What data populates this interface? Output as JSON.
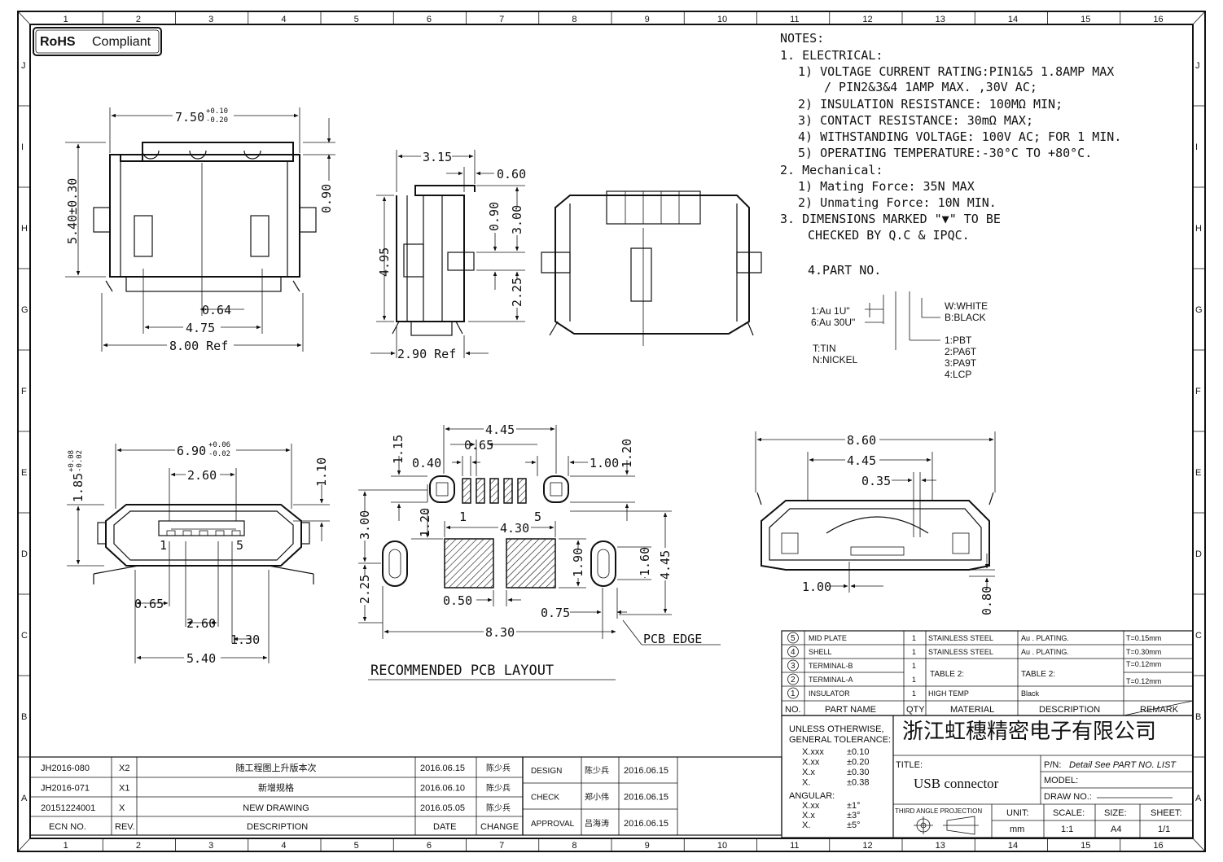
{
  "rohs": {
    "bold": "RoHS",
    "text": "Compliant"
  },
  "border": {
    "cols": [
      "1",
      "2",
      "3",
      "4",
      "5",
      "6",
      "7",
      "8",
      "9",
      "10",
      "11",
      "12",
      "13",
      "14",
      "15",
      "16"
    ],
    "rows": [
      "J",
      "I",
      "H",
      "G",
      "F",
      "E",
      "D",
      "C",
      "B",
      "A"
    ]
  },
  "notes": {
    "lines": [
      "NOTES:",
      "1. ELECTRICAL:",
      "1) VOLTAGE CURRENT RATING:PIN1&5 1.8AMP MAX",
      "/ PIN2&3&4 1AMP MAX. ,30V AC;",
      "2) INSULATION RESISTANCE: 100MΩ MIN;",
      "3) CONTACT RESISTANCE: 30mΩ MAX;",
      "4) WITHSTANDING VOLTAGE: 100V AC; FOR 1 MIN.",
      "5) OPERATING TEMPERATURE:-30°C TO +80°C.",
      "2. Mechanical:",
      "1) Mating Force:  35N MAX",
      "2) Unmating Force:  10N MIN.",
      "3. DIMENSIONS MARKED \"▼\" TO BE",
      "CHECKED BY Q.C & IPQC."
    ],
    "part_no": "4.PART NO.",
    "plating_opts": [
      "1:Au 1U\"",
      "6:Au 30U\""
    ],
    "finish_opts": [
      "T:TIN",
      "N:NICKEL"
    ],
    "color_opts": [
      "W:WHITE",
      "B:BLACK"
    ],
    "material_opts": [
      "1:PBT",
      "2:PA6T",
      "3:PA9T",
      "4:LCP"
    ]
  },
  "dims": {
    "top_width": "7.50",
    "top_tol_up": "+0.10",
    "top_tol_dn": "-0.20",
    "top_height": "5.40±0.30",
    "top_090": "0.90",
    "top_064": "0.64",
    "top_475": "4.75",
    "top_800": "8.00 Ref",
    "side_315": "3.15",
    "side_060": "0.60",
    "side_495": "4.95",
    "side_090": "0.90",
    "side_300": "3.00",
    "side_225": "2.25",
    "side_290": "2.90 Ref",
    "front_690": "6.90",
    "front_tol_up": "+0.06",
    "front_tol_dn": "-0.02",
    "front_185": "1.85",
    "front185_up": "+0.08",
    "front185_dn": "-0.02",
    "front_260a": "2.60",
    "front_110": "1.10",
    "front_065": "0.65",
    "front_260b": "2.60",
    "front_130": "1.30",
    "front_540": "5.40",
    "pin1": "1",
    "pin5": "5",
    "pcb_445": "4.45",
    "pcb_065": "0.65",
    "pcb_040": "0.40",
    "pcb_100": "1.00",
    "pcb_115": "1.15",
    "pcb_120a": "1.20",
    "pcb_120b": "1.20",
    "pcb_430": "4.30",
    "pcb_300": "3.00",
    "pcb_225": "2.25",
    "pcb_190": "1.90",
    "pcb_160": "1.60",
    "pcb_445v": "4.45",
    "pcb_050": "0.50",
    "pcb_075": "0.75",
    "pcb_830": "8.30",
    "pcb_edge": "PCB EDGE",
    "pcb_title": "RECOMMENDED PCB LAYOUT",
    "bot_860": "8.60",
    "bot_445": "4.45",
    "bot_035": "0.35",
    "bot_100": "1.00",
    "bot_080": "0.80"
  },
  "bom": {
    "header": [
      "NO.",
      "PART NAME",
      "QTY",
      "MATERIAL",
      "DESCRIPTION",
      "REMARK"
    ],
    "rows": [
      {
        "no": "5",
        "name": "MID PLATE",
        "qty": "1",
        "mat": "STAINLESS STEEL",
        "desc": "Au . PLATING.",
        "rem": "T=0.15mm"
      },
      {
        "no": "4",
        "name": "SHELL",
        "qty": "1",
        "mat": "STAINLESS STEEL",
        "desc": "Au . PLATING.",
        "rem": "T=0.30mm"
      },
      {
        "no": "3",
        "name": "TERMINAL-B",
        "qty": "1",
        "mat": "",
        "desc": "",
        "rem": "T=0.12mm"
      },
      {
        "no": "2",
        "name": "TERMINAL-A",
        "qty": "1",
        "mat": "",
        "desc": "",
        "rem": "T=0.12mm"
      },
      {
        "no": "1",
        "name": "INSULATOR",
        "qty": "1",
        "mat": "HIGH TEMP",
        "desc": "Black",
        "rem": ""
      }
    ],
    "mat_merged": "TABLE 2:",
    "desc_merged": "TABLE 2:"
  },
  "title_block": {
    "tol_title1": "UNLESS OTHERWISE,",
    "tol_title2": "GENERAL TOLERANCE:",
    "tol": [
      [
        "X.xxx",
        "±0.10"
      ],
      [
        "X.xx",
        "±0.20"
      ],
      [
        "X.x",
        "±0.30"
      ],
      [
        "X.",
        "±0.38"
      ]
    ],
    "ang_title": "ANGULAR:",
    "ang": [
      [
        "X.xx",
        "±1°"
      ],
      [
        "X.x",
        "±3°"
      ],
      [
        "X.",
        "±5°"
      ]
    ],
    "company": "浙江虹穗精密电子有限公司",
    "title_label": "TITLE:",
    "title": "USB connector",
    "pn_label": "P/N:",
    "pn": "Detail  See  PART  NO.  LIST",
    "model_label": "MODEL:",
    "drawno_label": "DRAW NO.:",
    "proj": "THIRD ANGLE PROJECTION",
    "unit_label": "UNIT:",
    "unit": "mm",
    "scale_label": "SCALE:",
    "scale": "1:1",
    "size_label": "SIZE:",
    "size": "A4",
    "sheet_label": "SHEET:",
    "sheet": "1/1"
  },
  "revisions": {
    "rows": [
      {
        "ecn": "JH2016-080",
        "rev": "X2",
        "desc": "随工程图上升版本次",
        "date": "2016.06.15",
        "change": "陈少兵"
      },
      {
        "ecn": "JH2016-071",
        "rev": "X1",
        "desc": "新增规格",
        "date": "2016.06.10",
        "change": "陈少兵"
      },
      {
        "ecn": "20151224001",
        "rev": "X",
        "desc": "NEW DRAWING",
        "date": "2016.05.05",
        "change": "陈少兵"
      }
    ],
    "header": {
      "ecn": "ECN  NO.",
      "rev": "REV.",
      "desc": "DESCRIPTION",
      "date": "DATE",
      "change": "CHANGE"
    }
  },
  "approvals": [
    {
      "role": "DESIGN",
      "name": "陈少兵",
      "date": "2016.06.15"
    },
    {
      "role": "CHECK",
      "name": "郑小伟",
      "date": "2016.06.15"
    },
    {
      "role": "APPROVAL",
      "name": "吕海涛",
      "date": "2016.06.15"
    }
  ]
}
